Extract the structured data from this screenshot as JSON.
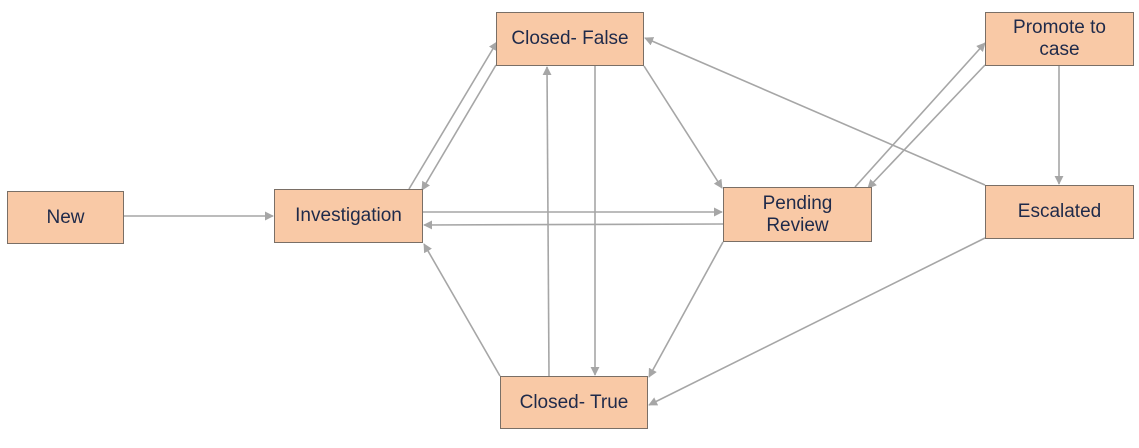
{
  "diagram": {
    "line_color": "#a6a6a6",
    "node_fill": "#f9c9a6",
    "node_border": "#7a6f66",
    "text_color": "#1f2a4a",
    "nodes": {
      "new": "New",
      "investigation": "Investigation",
      "closed_false": "Closed- False",
      "pending_review": "Pending\nReview",
      "closed_true": "Closed- True",
      "promote_to_case": "Promote to\ncase",
      "escalated": "Escalated"
    },
    "edges": [
      {
        "from": "New",
        "to": "Investigation"
      },
      {
        "from": "Investigation",
        "to": "Closed- False"
      },
      {
        "from": "Closed- False",
        "to": "Investigation"
      },
      {
        "from": "Investigation",
        "to": "Pending Review"
      },
      {
        "from": "Pending Review",
        "to": "Investigation"
      },
      {
        "from": "Closed- True",
        "to": "Investigation"
      },
      {
        "from": "Closed- True",
        "to": "Closed- False"
      },
      {
        "from": "Closed- False",
        "to": "Closed- True"
      },
      {
        "from": "Closed- False",
        "to": "Pending Review"
      },
      {
        "from": "Pending Review",
        "to": "Closed- True"
      },
      {
        "from": "Pending Review",
        "to": "Promote to case"
      },
      {
        "from": "Promote to case",
        "to": "Pending Review"
      },
      {
        "from": "Promote to case",
        "to": "Escalated"
      },
      {
        "from": "Escalated",
        "to": "Closed- False"
      },
      {
        "from": "Escalated",
        "to": "Closed- True"
      }
    ]
  }
}
